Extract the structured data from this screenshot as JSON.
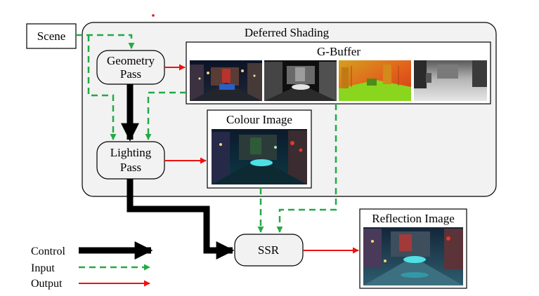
{
  "labels": {
    "scene": "Scene",
    "deferred_shading": "Deferred Shading",
    "geometry_pass_line1": "Geometry",
    "geometry_pass_line2": "Pass",
    "g_buffer": "G-Buffer",
    "colour_image": "Colour Image",
    "lighting_pass_line1": "Lighting",
    "lighting_pass_line2": "Pass",
    "ssr": "SSR",
    "reflection_image": "Reflection Image"
  },
  "legend": [
    {
      "label": "Control",
      "style": "thick-black",
      "color": "#000000"
    },
    {
      "label": "Input",
      "style": "dashed-green",
      "color": "#22aa44"
    },
    {
      "label": "Output",
      "style": "solid-red",
      "color": "#ee1111"
    }
  ],
  "colors": {
    "control": "#000000",
    "input": "#22aa44",
    "output": "#ee1111",
    "panel_fill": "#f2f2f2"
  }
}
